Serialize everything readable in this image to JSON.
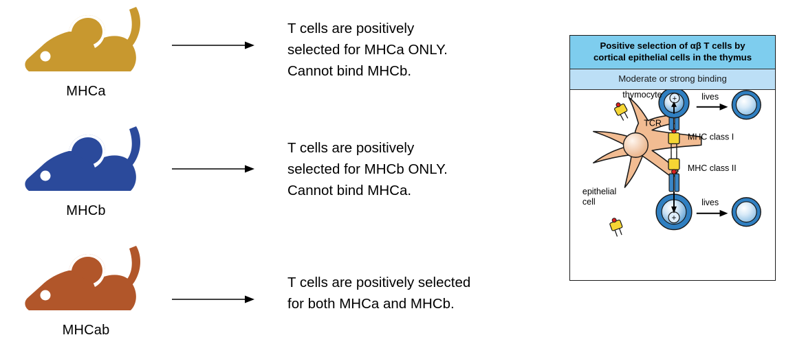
{
  "rows": [
    {
      "strain_label": "MHCa",
      "mouse_color": "#c8982f",
      "arrow": "right-arrow",
      "description": "T cells are positively selected for MHCa ONLY. Cannot bind MHCb.",
      "description_lines": [
        "T cells are positively",
        "selected for MHCa ONLY.",
        "Cannot bind MHCb."
      ]
    },
    {
      "strain_label": "MHCb",
      "mouse_color": "#2b4a9b",
      "arrow": "right-arrow",
      "description": "T cells are positively selected for MHCb ONLY. Cannot bind MHCa.",
      "description_lines": [
        "T cells are positively",
        "selected for MHCb ONLY.",
        "Cannot bind MHCa."
      ]
    },
    {
      "strain_label": "MHCab",
      "mouse_color": "#b1562a",
      "arrow": "right-arrow",
      "description": "T cells are positively selected for both MHCa and MHCb.",
      "description_lines": [
        "T cells are positively selected",
        "for both MHCa and MHCb."
      ]
    }
  ],
  "panel": {
    "title": "Positive selection of αβ T cells by cortical epithelial cells in the thymus",
    "title_line1": "Positive selection of αβ T cells by",
    "title_line2": "cortical epithelial cells in the thymus",
    "subtitle": "Moderate or strong binding",
    "title_bg": "#7ecdee",
    "subtitle_bg": "#bcdff6",
    "labels": {
      "thymocyte": "thymocyte",
      "tcr": "TCR",
      "mhc_class_i": "MHC class I",
      "mhc_class_ii": "MHC class II",
      "epithelial_cell_line1": "epithelial",
      "epithelial_cell_line2": "cell",
      "lives_top": "lives",
      "lives_bottom": "lives",
      "plus_top": "+",
      "plus_bottom": "+"
    },
    "colors": {
      "thymocyte_ring": "#2f7fc1",
      "thymocyte_core": "#6ba9d8",
      "epithelial_cell": "#f2bc92",
      "mhc": "#f5d634",
      "peptide": "#d92020",
      "tcr": "#3b86c6"
    }
  }
}
